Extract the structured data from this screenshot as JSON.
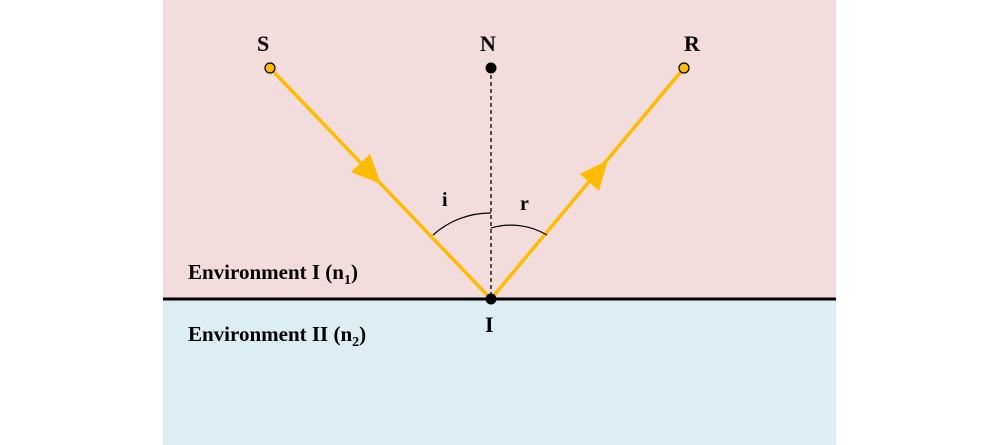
{
  "colors": {
    "medium_1": "#f2dcdc",
    "medium_2": "#dcedf3",
    "ray": "#ffbb00",
    "point_fill": "#ffbb00",
    "ink": "#000000"
  },
  "points": {
    "source": "S",
    "normal": "N",
    "reflected": "R",
    "incidence": "I"
  },
  "angles": {
    "incidence": "i",
    "reflection": "r"
  },
  "media": {
    "first": {
      "name": "Environment I (n",
      "index_sub": "1",
      "close": ")"
    },
    "second": {
      "name": "Environment II (n",
      "index_sub": "2",
      "close": ")"
    }
  },
  "icons": {
    "incident_arrow": "arrowhead-icon",
    "reflected_arrow": "arrowhead-icon"
  }
}
